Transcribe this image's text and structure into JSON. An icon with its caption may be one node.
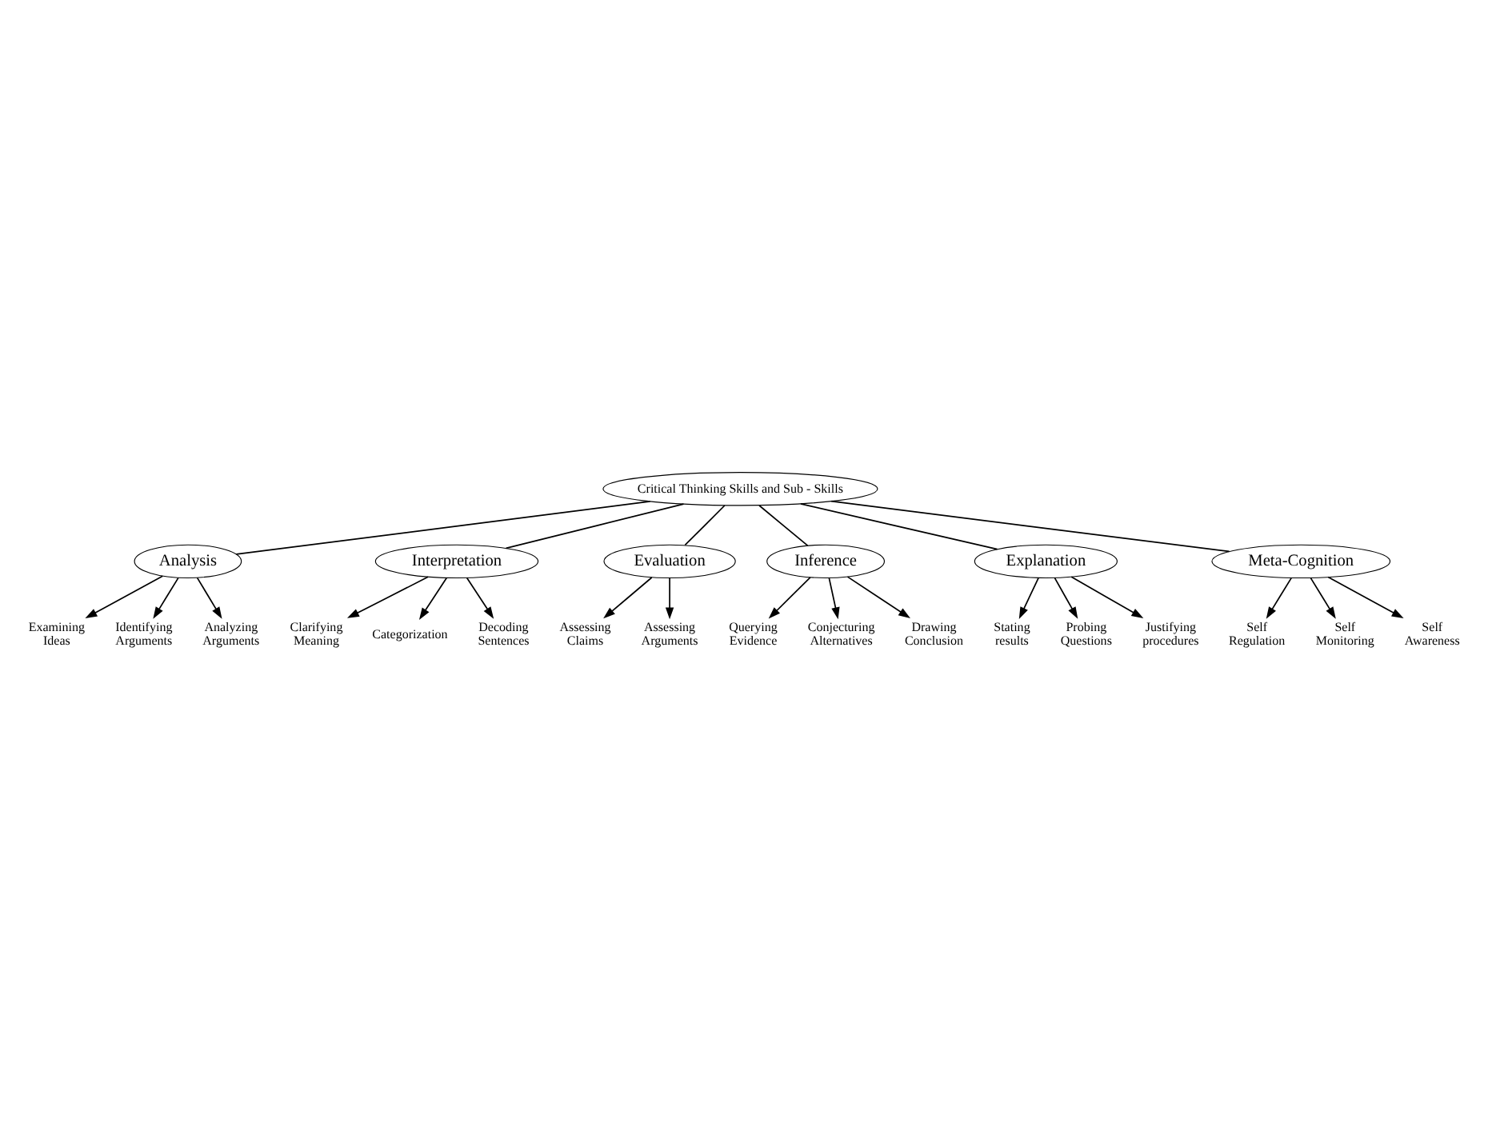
{
  "diagram": {
    "nodes": [
      {
        "text": [
          "Critical Thinking Skills and Sub - Skills"
        ]
      },
      {
        "text": [
          "Analysis"
        ]
      },
      {
        "text": [
          "Interpretation"
        ]
      },
      {
        "text": [
          "Evaluation"
        ]
      },
      {
        "text": [
          "Inference"
        ]
      },
      {
        "text": [
          "Explanation"
        ]
      },
      {
        "text": [
          "Meta-Cognition"
        ]
      },
      {
        "text": [
          "Clarifying Meaning"
        ]
      },
      {
        "text": [
          "Categorization"
        ]
      },
      {
        "text": [
          "Decoding Sentences"
        ]
      },
      {
        "text": [
          "Assessing Claims"
        ]
      },
      {
        "text": [
          "Assessing Arguments"
        ]
      },
      {
        "text": [
          "Querying Evidence"
        ]
      },
      {
        "text": [
          "Conjecturing Alternatives"
        ]
      },
      {
        "text": [
          "Drawing Conclusion"
        ]
      },
      {
        "text": [
          "Stating results"
        ]
      },
      {
        "text": [
          "Probing Questions"
        ]
      },
      {
        "text": [
          "Justifying procedures"
        ]
      },
      {
        "text": [
          "Examining Ideas"
        ]
      },
      {
        "text": [
          "Identifying Arguments"
        ]
      },
      {
        "text": [
          "Analyzing Arguments"
        ]
      },
      {
        "text": [
          "Self Regulation"
        ]
      },
      {
        "text": [
          "Self Monitoring"
        ]
      },
      {
        "text": [
          "Self Awareness"
        ]
      }
    ],
    "edges": [
      {
        "from": 0,
        "to": 1,
        "arrow": "none"
      },
      {
        "from": 0,
        "to": 2,
        "arrow": "none"
      },
      {
        "from": 0,
        "to": 3,
        "arrow": "none"
      },
      {
        "from": 0,
        "to": 4,
        "arrow": "none"
      },
      {
        "from": 0,
        "to": 5,
        "arrow": "none"
      },
      {
        "from": 0,
        "to": 6,
        "arrow": "none"
      },
      {
        "from": 2,
        "to": 7,
        "arrow": "to"
      },
      {
        "from": 2,
        "to": 8,
        "arrow": "to"
      },
      {
        "from": 2,
        "to": 9,
        "arrow": "to"
      },
      {
        "from": 3,
        "to": 10,
        "arrow": "to"
      },
      {
        "from": 3,
        "to": 11,
        "arrow": "to"
      },
      {
        "from": 4,
        "to": 12,
        "arrow": "to"
      },
      {
        "from": 4,
        "to": 13,
        "arrow": "to"
      },
      {
        "from": 4,
        "to": 14,
        "arrow": "to"
      },
      {
        "from": 5,
        "to": 15,
        "arrow": "to"
      },
      {
        "from": 5,
        "to": 16,
        "arrow": "to"
      },
      {
        "from": 5,
        "to": 17,
        "arrow": "to"
      },
      {
        "from": 1,
        "to": 18,
        "arrow": "to"
      },
      {
        "from": 1,
        "to": 19,
        "arrow": "to"
      },
      {
        "from": 1,
        "to": 20,
        "arrow": "to"
      },
      {
        "from": 6,
        "to": 21,
        "arrow": "to"
      },
      {
        "from": 6,
        "to": 22,
        "arrow": "to"
      },
      {
        "from": 6,
        "to": 23,
        "arrow": "to"
      }
    ]
  }
}
